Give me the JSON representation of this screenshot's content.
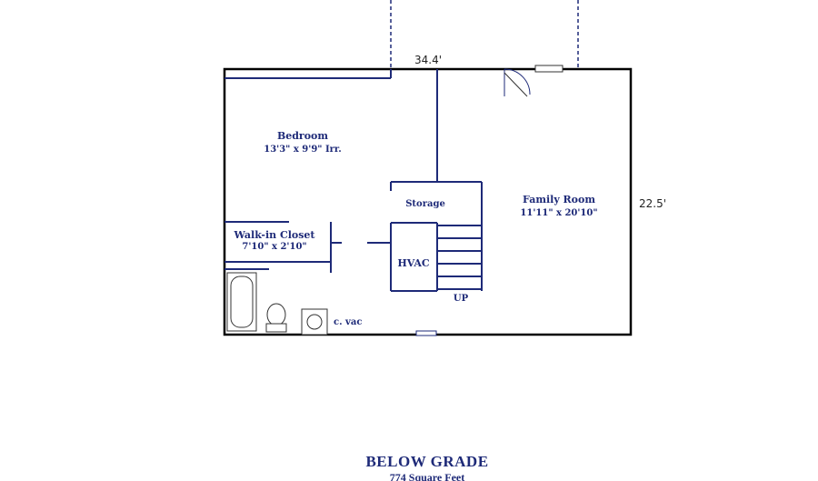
{
  "dimensions": {
    "width_label": "34.4'",
    "depth_label": "22.5'"
  },
  "rooms": {
    "bedroom": {
      "name": "Bedroom",
      "size": "13'3\" x 9'9\" Irr."
    },
    "family_room": {
      "name": "Family Room",
      "size": "11'11\" x 20'10\""
    },
    "walk_in_closet": {
      "name": "Walk-in Closet",
      "size": "7'10\" x 2'10\""
    },
    "storage": {
      "name": "Storage"
    },
    "hvac": {
      "name": "HVAC"
    },
    "stairs": {
      "label": "UP"
    },
    "central_vac": {
      "label": "c. vac"
    }
  },
  "footer": {
    "level": "BELOW GRADE",
    "area": "774 Square Feet"
  },
  "colors": {
    "walls": "#1e2a78",
    "exterior": "#000000"
  }
}
